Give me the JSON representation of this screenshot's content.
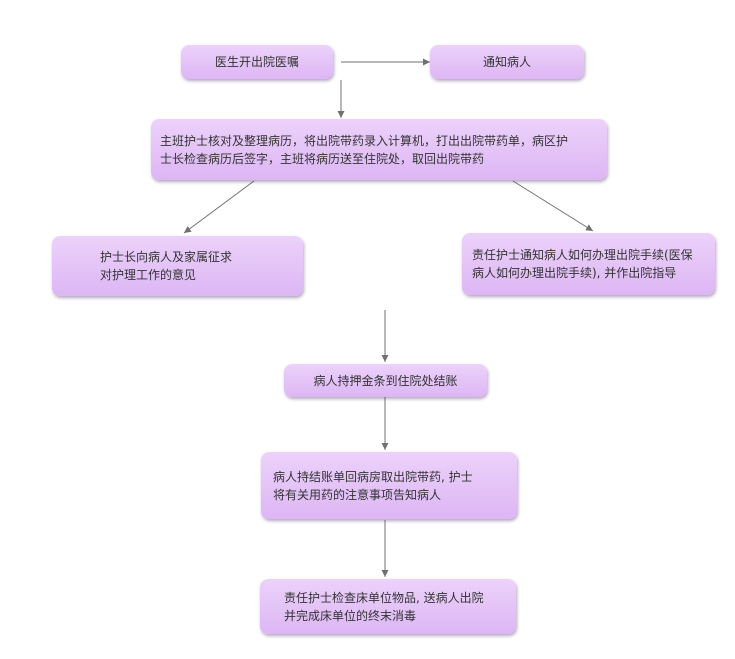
{
  "diagram": {
    "nodes": [
      {
        "id": "n1",
        "text": "医生开出院医嘱"
      },
      {
        "id": "n2",
        "text": "通知病人"
      },
      {
        "id": "n3",
        "text": "主班护士核对及整理病历，将出院带药录入计算机，打出出院带药单，病区护\n士长检查病历后签字，主班将病历送至住院处，取回出院带药"
      },
      {
        "id": "n4",
        "text": "护士长向病人及家属征求\n对护理工作的意见"
      },
      {
        "id": "n5",
        "text": "责任护士通知病人如何办理出院手续(医保\n病人如何办理出院手续), 并作出院指导"
      },
      {
        "id": "n6",
        "text": "病人持押金条到住院处结账"
      },
      {
        "id": "n7",
        "text": "病人持结账单回病房取出院带药, 护士\n将有关用药的注意事项告知病人"
      },
      {
        "id": "n8",
        "text": "责任护士检查床单位物品, 送病人出院\n并完成床单位的终末消毒"
      }
    ],
    "edges": [
      {
        "from": "n1",
        "to": "n2"
      },
      {
        "from": "n1",
        "to": "n3"
      },
      {
        "from": "n3",
        "to": "n4"
      },
      {
        "from": "n3",
        "to": "n5"
      },
      {
        "to": "n6"
      },
      {
        "from": "n6",
        "to": "n7"
      },
      {
        "from": "n7",
        "to": "n8"
      }
    ]
  }
}
